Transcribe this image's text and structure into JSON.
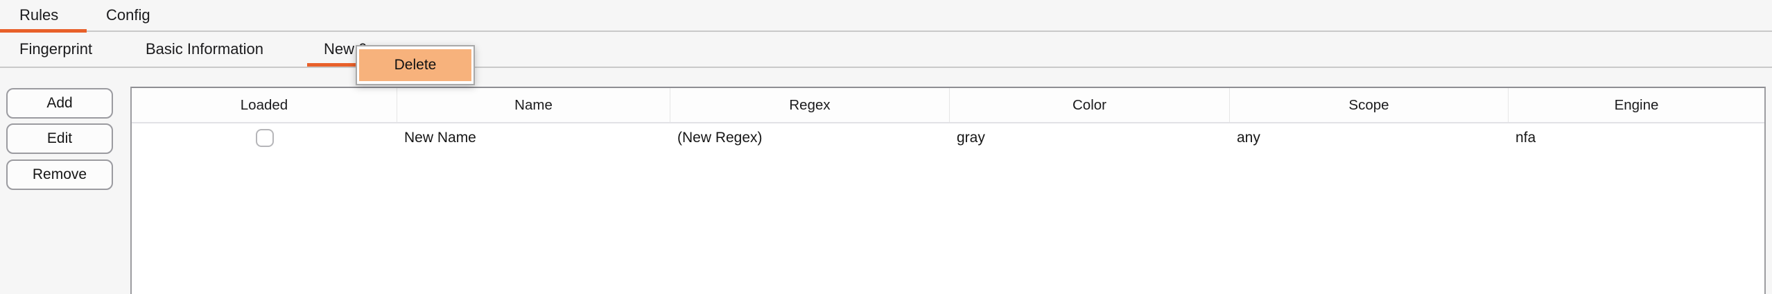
{
  "colors": {
    "accent_orange": "#e8602a",
    "menu_highlight": "#f7b27c",
    "table_border": "#9c9ca0"
  },
  "primary_tabs": {
    "items": [
      {
        "label": "Rules",
        "active": true
      },
      {
        "label": "Config",
        "active": false
      }
    ]
  },
  "secondary_tabs": {
    "items": [
      {
        "label": "Fingerprint",
        "active": false
      },
      {
        "label": "Basic Information",
        "active": false
      },
      {
        "label": "New 0",
        "active": true
      }
    ]
  },
  "context_menu": {
    "items": [
      {
        "label": "Delete",
        "highlighted": true
      }
    ]
  },
  "action_buttons": [
    {
      "label": "Add"
    },
    {
      "label": "Edit"
    },
    {
      "label": "Remove"
    }
  ],
  "rules_table": {
    "columns": [
      {
        "label": "Loaded"
      },
      {
        "label": "Name"
      },
      {
        "label": "Regex"
      },
      {
        "label": "Color"
      },
      {
        "label": "Scope"
      },
      {
        "label": "Engine"
      }
    ],
    "rows": [
      {
        "loaded": false,
        "name": "New Name",
        "regex": "(New Regex)",
        "color": "gray",
        "scope": "any",
        "engine": "nfa"
      }
    ]
  }
}
